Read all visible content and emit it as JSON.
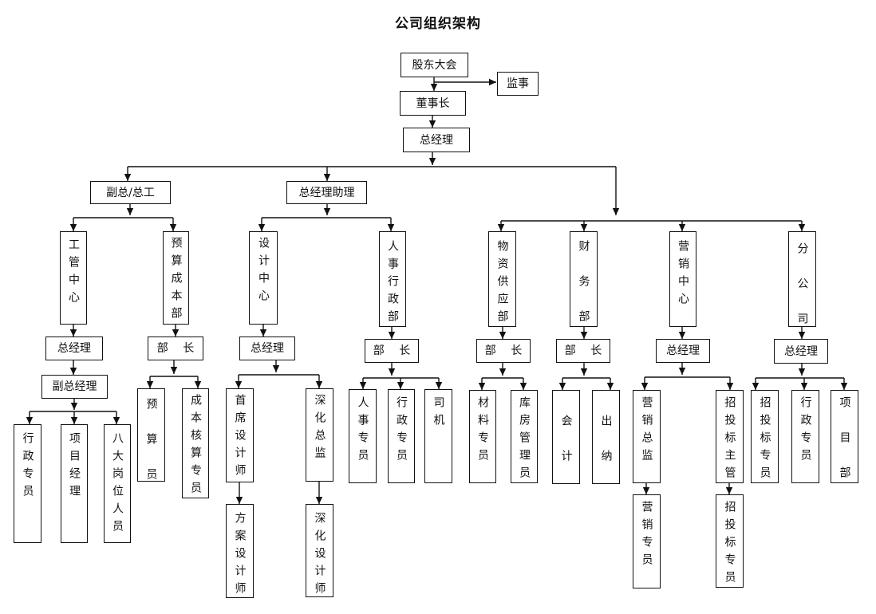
{
  "title": "公司组织架构",
  "org": {
    "shareholders_meeting": "股东大会",
    "supervisor": "监事",
    "chairman": "董事长",
    "general_manager": "总经理",
    "deputy_gm": {
      "label": "副总/总工",
      "engineering_center": {
        "label": "工管中心",
        "head": "总经理",
        "deputy": "副总经理",
        "staff": [
          "行政专员",
          "项目经理",
          "八大岗位人员"
        ]
      },
      "budget_cost_dept": {
        "label": "预算成本部",
        "head": "部 长",
        "staff": [
          "预算员",
          "成本核算专员"
        ]
      }
    },
    "gm_assistant": {
      "label": "总经理助理",
      "design_center": {
        "label": "设计中心",
        "head": "总经理",
        "staff": [
          "首席设计师",
          "深化总监"
        ],
        "sub_staff": [
          "方案设计师",
          "深化设计师"
        ]
      },
      "hr_admin_dept": {
        "label": "人事行政部",
        "head": "部 长",
        "staff": [
          "人事专员",
          "行政专员",
          "司机"
        ]
      }
    },
    "direct_depts": {
      "materials_dept": {
        "label": "物资供应部",
        "head": "部 长",
        "staff": [
          "材料专员",
          "库房管理员"
        ]
      },
      "finance_dept": {
        "label": "财务部",
        "head": "部 长",
        "staff": [
          "会计",
          "出纳"
        ]
      },
      "marketing_center": {
        "label": "营销中心",
        "head": "总经理",
        "staff": [
          "营销总监",
          "招投标主管"
        ],
        "sub_staff": [
          "营销专员",
          "招投标专员"
        ]
      },
      "branch_company": {
        "label": "分公司",
        "head": "总经理",
        "staff": [
          "招投标专员",
          "行政专员",
          "项目部"
        ]
      }
    }
  }
}
